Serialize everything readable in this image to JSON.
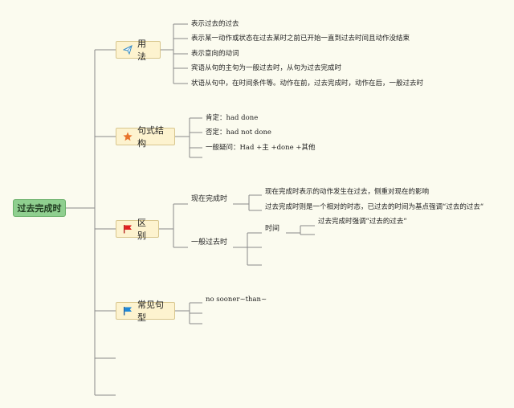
{
  "root": {
    "label": "过去完成时"
  },
  "branches": [
    {
      "label": "用法",
      "icon": "paper-plane-icon",
      "items": [
        "表示过去的过去",
        "表示某一动作或状态在过去某时之前已开始一直到过去时间且动作没结束",
        "表示意向的动词",
        "宾语从句的主句为一般过去时，从句为过去完成时",
        "状语从句中，在时间条件等。动作在前，过去完成时，动作在后，一般过去时"
      ]
    },
    {
      "label": "句式结构",
      "icon": "star-icon",
      "items": [
        "肯定：had done",
        "否定：had not done",
        "一般疑问：Had +主 +done +其他",
        ""
      ]
    },
    {
      "label": "区别",
      "icon": "red-flag-icon",
      "groups": [
        {
          "label": "现在完成时",
          "items": [
            "现在完成时表示的动作发生在过去，侧重对现在的影响",
            "过去完成时则是一个相对的时态，已过去的时间为基点强调“过去的过去“"
          ]
        },
        {
          "label": "一般过去时",
          "sub": {
            "label": "时间",
            "items": [
              "过去完成时强调“过去的过去“",
              ""
            ]
          }
        }
      ]
    },
    {
      "label": "常见句型",
      "icon": "blue-flag-icon",
      "items": [
        "no sooner~than~",
        "",
        ""
      ]
    }
  ],
  "colors": {
    "background": "#fbfbef",
    "root_fill": "#8fcf8f",
    "branch_fill": "#fdf3cf",
    "line": "#8a8a8a"
  }
}
